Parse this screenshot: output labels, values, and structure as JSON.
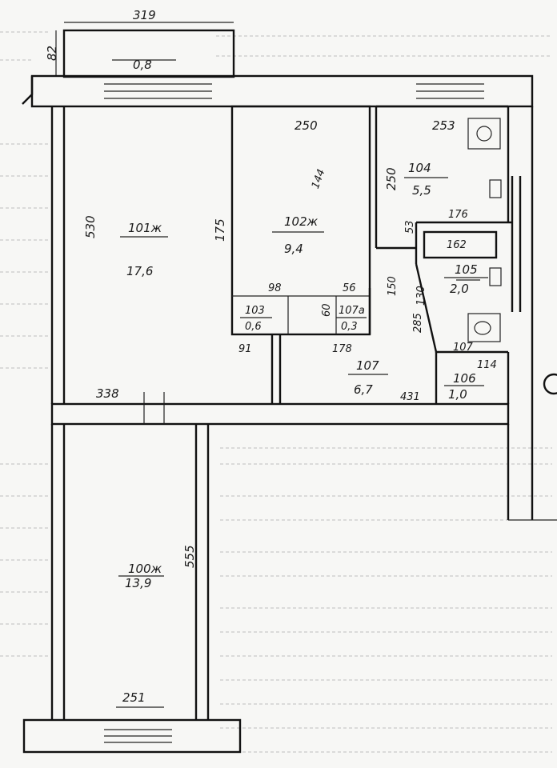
{
  "balcony": {
    "width": "319",
    "depth": "82",
    "area": "0,8"
  },
  "rooms": [
    {
      "id": "room-101",
      "num": "101ж",
      "area": "17,6",
      "dim_h": "338",
      "dim_v": "530"
    },
    {
      "id": "room-102",
      "num": "102ж",
      "area": "9,4",
      "dim_h": "250",
      "dim_v": "175"
    },
    {
      "id": "room-100",
      "num": "100ж",
      "area": "13,9",
      "dim_h": "251",
      "dim_v": "555"
    }
  ],
  "kitchen": {
    "num": "104",
    "area": "5,5",
    "dim_h": "253",
    "dim_v": "250"
  },
  "bath": {
    "num": "105",
    "area": "2,0",
    "dim_top": "176",
    "dim_mid": "162"
  },
  "closets": [
    {
      "num": "103",
      "area": "0,6",
      "dim": "98"
    },
    {
      "num": "107а",
      "area": "0,3",
      "dim": "56"
    }
  ],
  "hall": {
    "num": "107",
    "area": "6,7",
    "dim_a": "431",
    "dim_b": "178",
    "dim_c": "91",
    "dim_d": "60"
  },
  "wc": {
    "num": "106",
    "area": "1,0",
    "dim": "114",
    "tag": "107"
  },
  "misc_dims": [
    "150",
    "130",
    "53",
    "285",
    "144"
  ]
}
